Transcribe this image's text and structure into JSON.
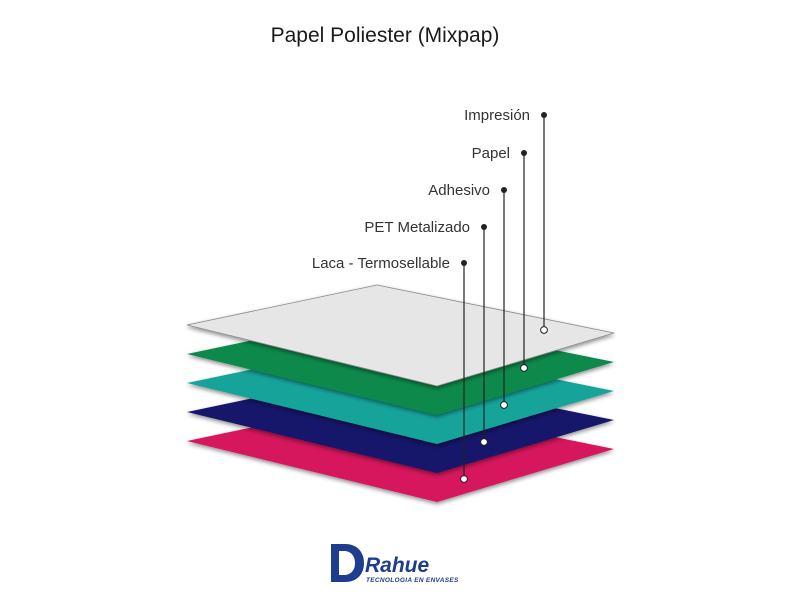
{
  "title": "Papel Poliester (Mixpap)",
  "layers": [
    {
      "label": "Impresión",
      "color": "#e6e6e6"
    },
    {
      "label": "Papel",
      "color": "#0a8a4b"
    },
    {
      "label": "Adhesivo",
      "color": "#12a49a"
    },
    {
      "label": "PET Metalizado",
      "color": "#16166a"
    },
    {
      "label": "Laca - Termosellable",
      "color": "#d6175d"
    }
  ],
  "logo": {
    "name": "Rahue",
    "tagline": "TECNOLOGIA EN ENVASES",
    "color": "#1f3d8f"
  }
}
